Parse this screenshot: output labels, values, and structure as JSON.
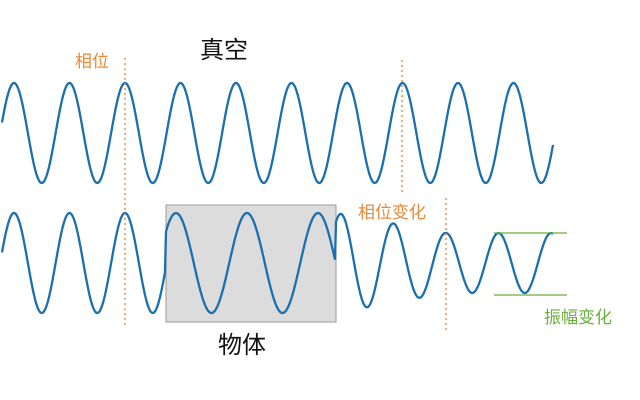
{
  "labels": {
    "phase": "相位",
    "vacuum": "真空",
    "phase_change": "相位变化",
    "object": "物体",
    "amplitude_change": "振幅变化"
  },
  "colors": {
    "wave": "#1B6FAE",
    "phase_marker": "#E8893A",
    "amplitude_marker": "#6AAE3E",
    "object_fill": "#DCDCDC",
    "object_stroke": "#9A9A9A"
  }
}
